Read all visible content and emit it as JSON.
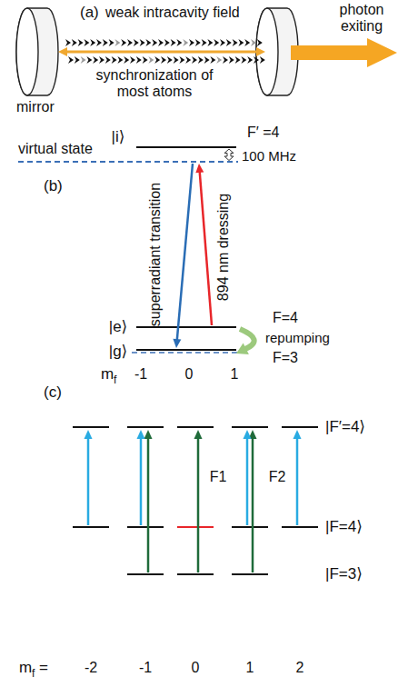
{
  "diagram": {
    "labels": [
      "(a)",
      "weak intracavity field",
      "photon exiting",
      "synchronization of most atoms",
      "mirror",
      "|i⟩",
      "F′ =4",
      "virtual state",
      "100 MHz",
      "(b)",
      "superradiant transition",
      "894 nm dressing",
      "|e⟩",
      "F=4",
      "repumping",
      "|g⟩",
      "F=3",
      "m",
      "f",
      "-1",
      "0",
      "1",
      "(c)",
      "|F′=4⟩",
      "F1",
      "F2",
      "|F=4⟩",
      "|F=3⟩",
      "m",
      "f",
      "=",
      "-2",
      "-1",
      "0",
      "1",
      "2"
    ]
  }
}
